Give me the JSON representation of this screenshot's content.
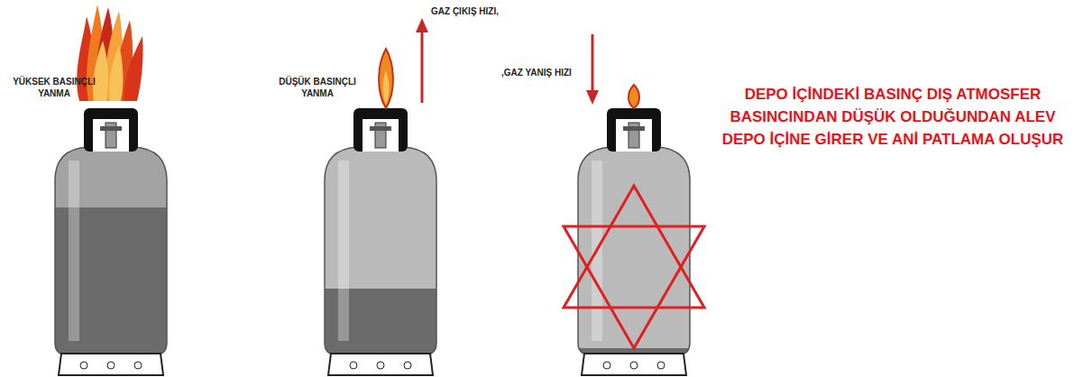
{
  "diagram": {
    "labels": [
      "YÜKSEK BASINÇLI YANMA",
      "DÜŞÜK BASINÇLI YANMA",
      "GAZ ÇIKIŞ HIZI,",
      ",GAZ YANIŞ HIZI",
      "DEPO İÇİNDEKİ BASINÇ DIŞ ATMOSFER BASINCINDAN DÜŞÜK OLDUĞUNDAN ALEV DEPO İÇİNE GİRER VE ANİ PATLAMA OLUŞUR"
    ]
  }
}
